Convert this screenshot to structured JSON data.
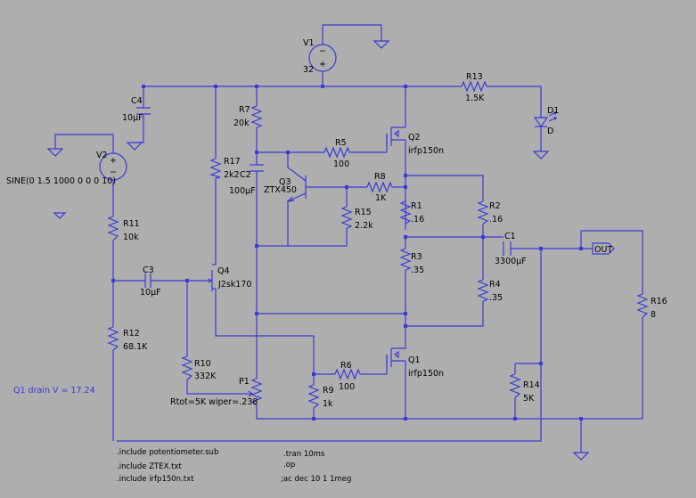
{
  "colors": {
    "background": "#aeaeae",
    "wire": "#3a3ad8",
    "text": "#000000"
  },
  "components": {
    "v1": {
      "name": "V1",
      "value": "32"
    },
    "v2": {
      "name": "V2",
      "value": "SINE(0 1.5 1000 0 0 0 10)"
    },
    "c4": {
      "name": "C4",
      "value": "10µF"
    },
    "c2": {
      "name": "C2",
      "value": "100µF"
    },
    "c3": {
      "name": "C3",
      "value": "10µF"
    },
    "c1": {
      "name": "C1",
      "value": "3300µF"
    },
    "r7": {
      "name": "R7",
      "value": "20k"
    },
    "r17": {
      "name": "R17",
      "value": "2k2"
    },
    "r5": {
      "name": "R5",
      "value": "100"
    },
    "r8": {
      "name": "R8",
      "value": "1K"
    },
    "r15": {
      "name": "R15",
      "value": "2.2k"
    },
    "r11": {
      "name": "R11",
      "value": "10k"
    },
    "r12": {
      "name": "R12",
      "value": "68.1K"
    },
    "r10": {
      "name": "R10",
      "value": "332K"
    },
    "r6": {
      "name": "R6",
      "value": "100"
    },
    "r9": {
      "name": "R9",
      "value": "1k"
    },
    "r1": {
      "name": "R1",
      "value": ".16"
    },
    "r2": {
      "name": "R2",
      "value": ".16"
    },
    "r3": {
      "name": "R3",
      "value": ".35"
    },
    "r4": {
      "name": "R4",
      "value": ".35"
    },
    "r13": {
      "name": "R13",
      "value": "1.5K"
    },
    "r14": {
      "name": "R14",
      "value": "5K"
    },
    "r16": {
      "name": "R16",
      "value": "8"
    },
    "d1": {
      "name": "D1",
      "value": "D"
    },
    "q1": {
      "name": "Q1",
      "value": "irfp150n"
    },
    "q2": {
      "name": "Q2",
      "value": "irfp150n"
    },
    "q3": {
      "name": "Q3",
      "value": "ZTX450"
    },
    "q4": {
      "name": "Q4",
      "value": "J2sk170"
    },
    "p1": {
      "name": "P1",
      "value": "Rtot=5K wiper=.238"
    }
  },
  "net_labels": {
    "out": "OUT"
  },
  "annotation": "Q1 drain V = 17.24",
  "directives": {
    "include_potentiometer": ".include potentiometer.sub",
    "include_ztex": ".include ZTEX.txt",
    "include_irfp": ".include irfp150n.txt",
    "tran": ".tran 10ms",
    "op": ".op",
    "ac": ";ac dec 10 1 1meg"
  }
}
